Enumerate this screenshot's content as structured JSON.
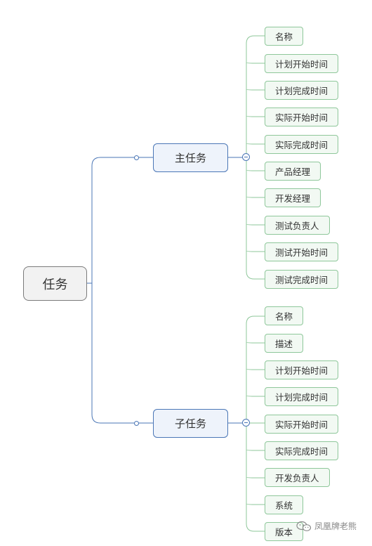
{
  "root": {
    "label": "任务"
  },
  "branches": [
    {
      "label": "主任务",
      "children": [
        "名称",
        "计划开始时间",
        "计划完成时间",
        "实际开始时间",
        "实际完成时间",
        "产品经理",
        "开发经理",
        "测试负责人",
        "测试开始时间",
        "测试完成时间"
      ]
    },
    {
      "label": "子任务",
      "children": [
        "名称",
        "描述",
        "计划开始时间",
        "计划完成时间",
        "实际开始时间",
        "实际完成时间",
        "开发负责人",
        "系统",
        "版本"
      ]
    }
  ],
  "watermark": {
    "text": "凤凰牌老熊",
    "icon": "wechat-icon"
  },
  "colors": {
    "branch_border": "#4a76b6",
    "leaf_border": "#8ec79a",
    "root_border": "#7a7a7a"
  }
}
